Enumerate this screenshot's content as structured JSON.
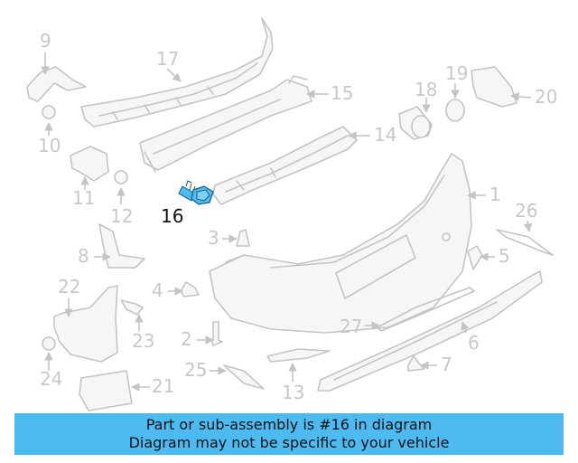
{
  "highlight_color": "#4dbbf2",
  "callouts": [
    "1",
    "2",
    "3",
    "4",
    "5",
    "6",
    "7",
    "8",
    "9",
    "10",
    "11",
    "12",
    "13",
    "14",
    "15",
    "16",
    "17",
    "18",
    "19",
    "20",
    "21",
    "22",
    "23",
    "24",
    "25",
    "26",
    "27"
  ],
  "highlighted_part": "16",
  "banner": {
    "line1": "Part or sub-assembly is #16 in diagram",
    "line2": "Diagram may not be specific to your vehicle"
  }
}
